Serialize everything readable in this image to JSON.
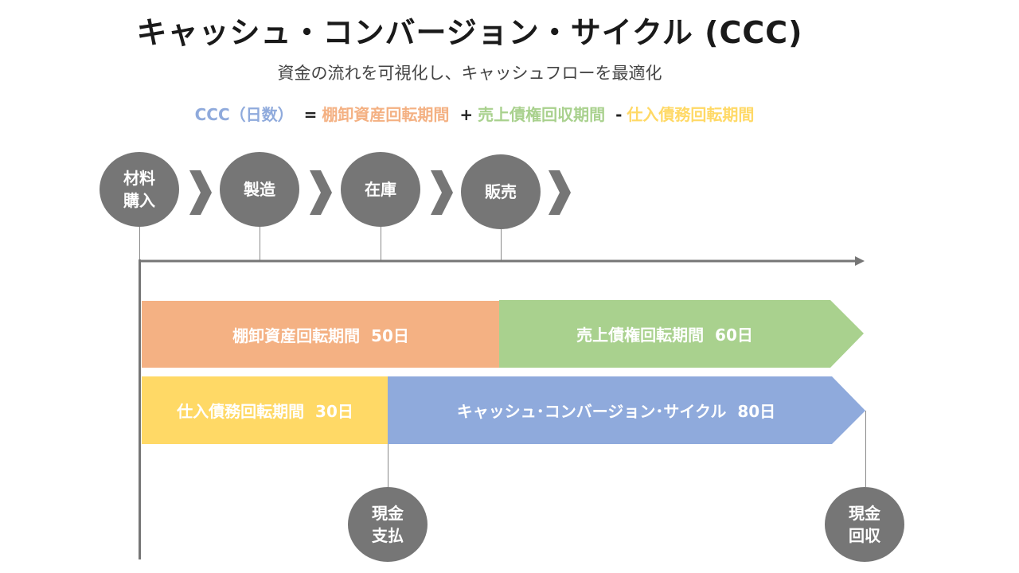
{
  "title": "キャッシュ・コンバージョン・サイクル (CCC)",
  "subtitle": "資金の流れを可視化し、キャッシュフローを最適化",
  "formula": {
    "ccc": "CCC（日数）",
    "eq": "=",
    "inventory": "棚卸資産回転期間",
    "plus": "+",
    "receivables": "売上債権回収期間",
    "minus": "-",
    "payables": "仕入債務回転期間"
  },
  "stages": [
    {
      "label": "材料\n購入"
    },
    {
      "label": "製造"
    },
    {
      "label": "在庫"
    },
    {
      "label": "販売"
    }
  ],
  "bars": {
    "inventory": "棚卸資産回転期間  50日",
    "receivables": "売上債権回転期間  60日",
    "payables": "仕入債務回転期間  30日",
    "ccc": "キャッシュ･コンバージョン･サイクル  80日"
  },
  "events": {
    "cash_payment": "現金\n支払",
    "cash_collection": "現金\n回収"
  },
  "colors": {
    "inventory": "#f4b183",
    "receivables": "#a9d18e",
    "payables": "#ffd966",
    "ccc": "#8faadc",
    "node": "#767676",
    "axis": "#767676"
  }
}
